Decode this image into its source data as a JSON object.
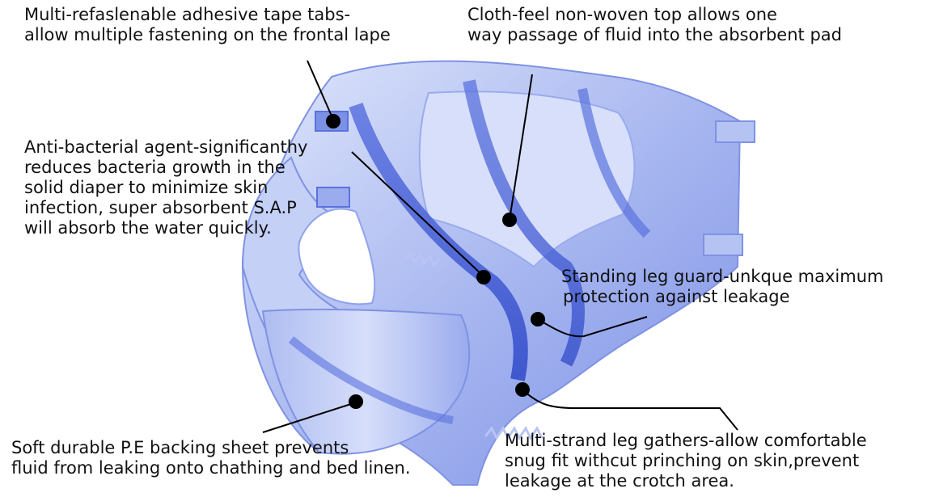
{
  "callouts": [
    {
      "id": "tape-tabs",
      "lines": [
        "Multi-refaslenable adhesive tape tabs-",
        "allow multiple fastening on the frontal lape"
      ]
    },
    {
      "id": "top-sheet",
      "lines": [
        "Cloth-feel non-woven top allows one",
        "way passage of fluid into the absorbent pad"
      ]
    },
    {
      "id": "anti-bacterial",
      "lines": [
        "Anti-bacterial agent-significanthy",
        "reduces bacteria growth in the",
        "solid diaper to minimize skin",
        "infection, super absorbent S.A.P",
        "will absorb the water quickly."
      ]
    },
    {
      "id": "leg-guard",
      "lines": [
        "Standing leg guard-unkque maximum",
        "protection against leakage"
      ]
    },
    {
      "id": "backing-sheet",
      "lines": [
        "Soft durable P.E backing sheet prevents",
        "fluid from leaking onto chathing and bed linen."
      ]
    },
    {
      "id": "leg-gathers",
      "lines": [
        "Multi-strand leg gathers-allow comfortable",
        "snug fit withcut prinching on skin,prevent",
        "leakage at the crotch area."
      ]
    }
  ],
  "colors": {
    "diaper_light": "#c9d4f6",
    "diaper_mid": "#8fa3ec",
    "diaper_dark": "#3d57d4",
    "leader": "#000000",
    "text": "#111111"
  }
}
